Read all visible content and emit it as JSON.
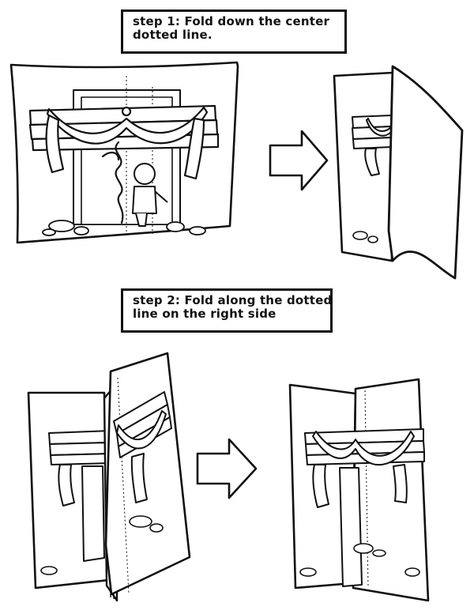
{
  "steps": [
    {
      "label_line1": "step 1: Fold down the center",
      "label_line2": "dotted line."
    },
    {
      "label_line1": "step 2: Fold along the dotted",
      "label_line2": "line on the right side"
    }
  ],
  "icons": {
    "arrow": "right-arrow-icon",
    "cross": "cross-with-drape-illustration",
    "figure": "jesus-figure-illustration",
    "serpent": "serpent-illustration",
    "rocks": "rocks-illustration"
  },
  "colors": {
    "ink": "#111111",
    "paper": "#ffffff"
  }
}
